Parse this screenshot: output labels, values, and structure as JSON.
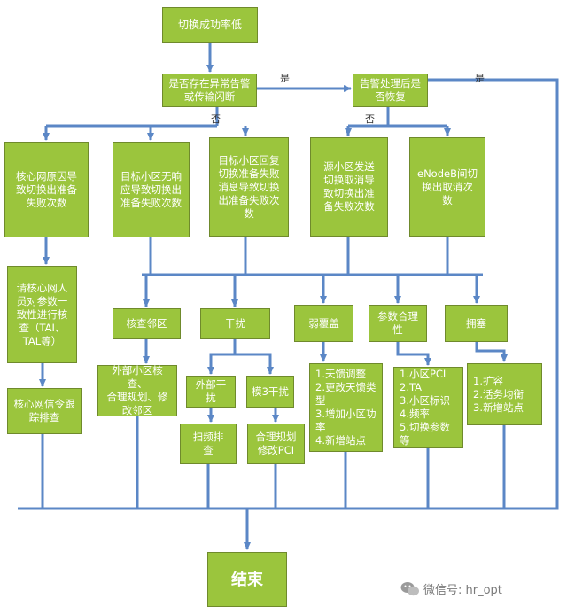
{
  "colors": {
    "node_fill": "#9bc53d",
    "node_border": "#6f8a2c",
    "arrow": "#5b87c6",
    "text": "#ffffff"
  },
  "nodes": {
    "start": "切换成功率低",
    "q1": "是否存在异常告警\n或传输闪断",
    "q2": "告警处理后是\n否恢复",
    "c1": "核心网原因导\n致切换出准备\n失败次数",
    "c2": "目标小区无响\n应导致切换出\n准备失败次数",
    "c3": "目标小区回复\n切换准备失败\n消息导致切换\n出准备失败次\n数",
    "c4": "源小区发送\n切换取消导\n致切换出准\n备失败次数",
    "c5": "eNodeB间切\n换出取消次\n数",
    "core_staff": "请核心网人\n员对参数一\n致性进行核\n查（TAI、\nTAL等）",
    "core_sig": "核心网信令跟\n踪排查",
    "neigh": "核查邻区",
    "interf": "干扰",
    "weak": "弱覆盖",
    "param": "参数合理\n性",
    "cong": "拥塞",
    "neigh_act": "外部小区核查、\n合理规划、修\n改邻区",
    "ext_interf": "外部干\n扰",
    "mod3": "模3干扰",
    "scan": "扫频排\n查",
    "pci_plan": "合理规划\n修改PCI",
    "weak_act": "1.天馈调整\n2.更改天馈类\n型\n3.增加小区功\n率\n4.新增站点",
    "param_act": "1.小区PCI\n2.TA\n3.小区标识\n4.频率\n5.切换参数等",
    "cong_act": "1.扩容\n2.话务均衡\n3.新增站点",
    "end": "结束"
  },
  "labels": {
    "yes": "是",
    "no": "否"
  },
  "watermark": "微信号: hr_opt"
}
